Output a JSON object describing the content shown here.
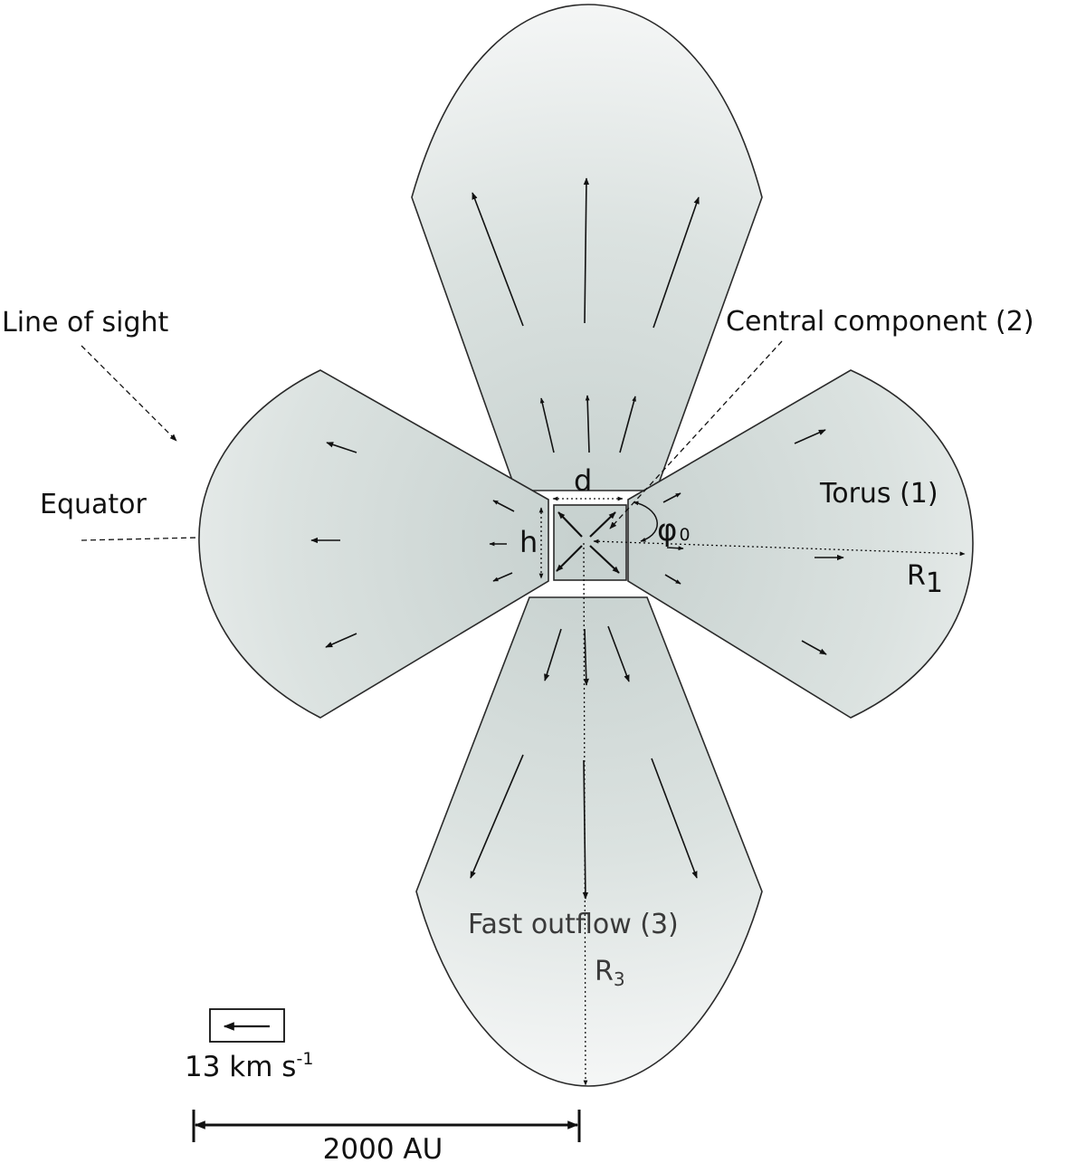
{
  "labels": {
    "line_of_sight": "Line of sight",
    "equator": "Equator",
    "central_component": "Central component (2)",
    "torus": "Torus (1)",
    "fast_outflow": "Fast outflow (3)",
    "d": "d",
    "h": "h",
    "phi_symbol": "φ",
    "phi_subscript": "0",
    "r1_symbol": "R",
    "r1_subscript": "1",
    "r3_symbol": "R",
    "r3_subscript": "3",
    "velocity_value": "13 km s",
    "velocity_exponent": "-1",
    "scale_bar": "2000 AU"
  },
  "colors": {
    "lobe_center": "#c9d3d1",
    "lobe_edge": "#f7f8f8",
    "outline": "#2a2a2a",
    "text": "#111111"
  }
}
